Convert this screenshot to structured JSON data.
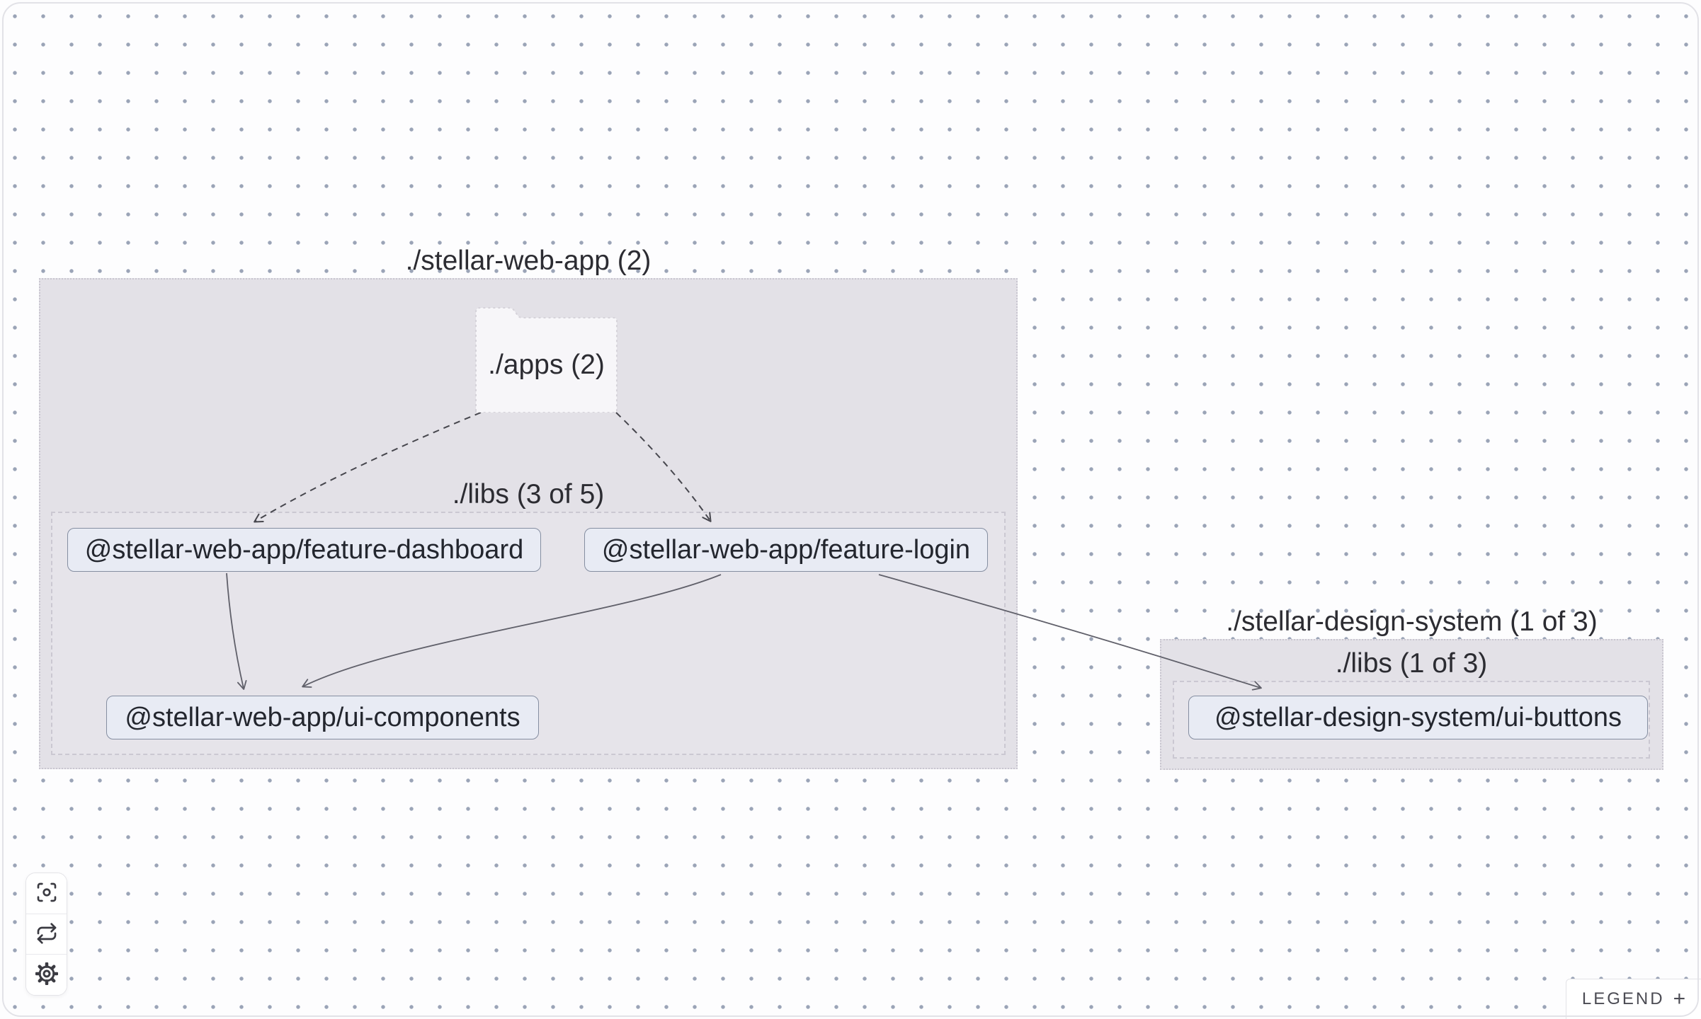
{
  "groups": {
    "stellar_web_app": {
      "label": "./stellar-web-app (2)"
    },
    "apps_folder": {
      "label": "./apps (2)"
    },
    "web_app_libs": {
      "label": "./libs (3 of 5)"
    },
    "stellar_design_system": {
      "label": "./stellar-design-system (1 of 3)"
    },
    "design_system_libs": {
      "label": "./libs (1 of 3)"
    }
  },
  "nodes": {
    "feature_dashboard": {
      "label": "@stellar-web-app/feature-dashboard"
    },
    "feature_login": {
      "label": "@stellar-web-app/feature-login"
    },
    "ui_components": {
      "label": "@stellar-web-app/ui-components"
    },
    "ui_buttons": {
      "label": "@stellar-design-system/ui-buttons"
    }
  },
  "edges": [
    {
      "from": "./apps",
      "to": "@stellar-web-app/feature-dashboard",
      "style": "dashed"
    },
    {
      "from": "./apps",
      "to": "@stellar-web-app/feature-login",
      "style": "dashed"
    },
    {
      "from": "@stellar-web-app/feature-dashboard",
      "to": "@stellar-web-app/ui-components",
      "style": "solid"
    },
    {
      "from": "@stellar-web-app/feature-login",
      "to": "@stellar-web-app/ui-components",
      "style": "solid"
    },
    {
      "from": "@stellar-web-app/feature-login",
      "to": "@stellar-design-system/ui-buttons",
      "style": "solid"
    }
  ],
  "toolbar": {
    "buttons": [
      {
        "icon": "focus-icon"
      },
      {
        "icon": "refresh-icon"
      },
      {
        "icon": "settings-icon"
      }
    ]
  },
  "legend": {
    "label": "LEGEND",
    "toggle_icon": "+"
  },
  "colors": {
    "group_fill": "#e3e1e7",
    "node_fill": "#e8ebf4",
    "node_border": "#858ea1",
    "canvas_dot": "#8994aa",
    "edge_dashed": "#47474e",
    "edge_solid": "#60606a"
  }
}
